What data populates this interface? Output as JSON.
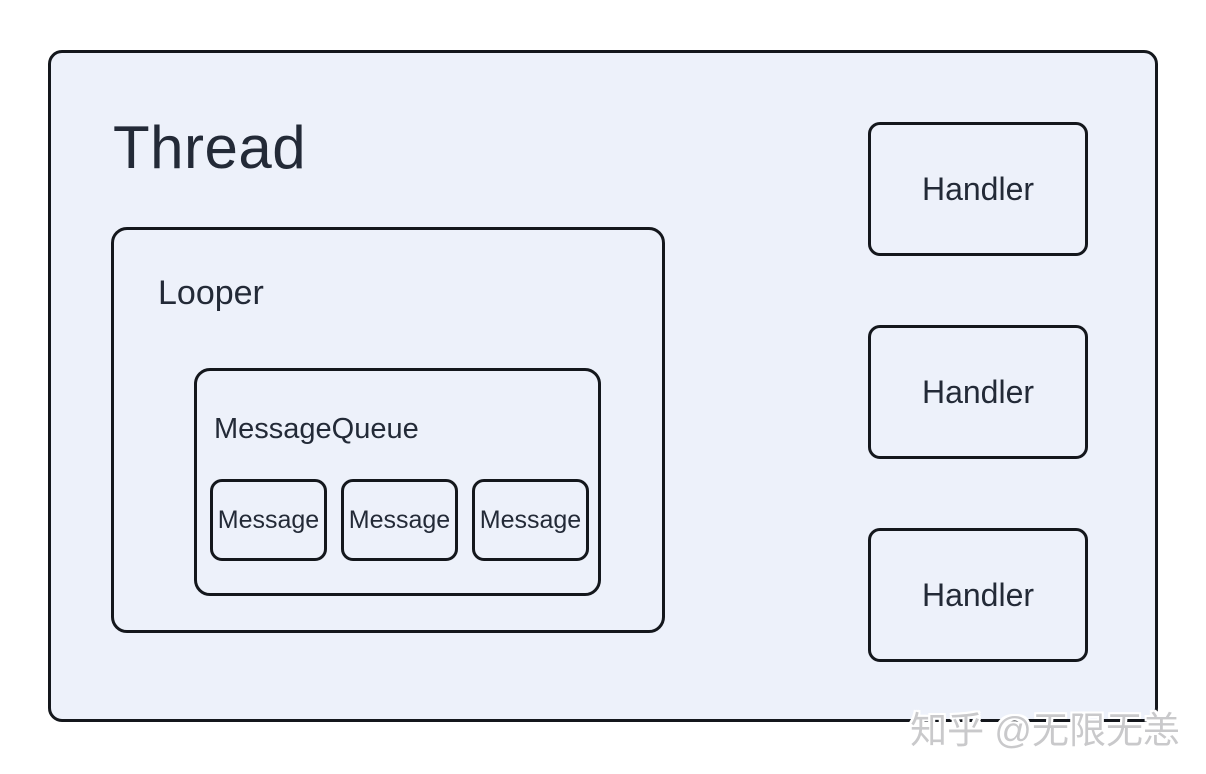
{
  "diagram": {
    "thread_label": "Thread",
    "looper_label": "Looper",
    "message_queue_label": "MessageQueue",
    "messages": [
      "Message",
      "Message",
      "Message"
    ],
    "handlers": [
      "Handler",
      "Handler",
      "Handler"
    ],
    "watermark": "知乎 @无限无恙",
    "colors": {
      "box_fill": "#edf1fa",
      "box_border": "#14171c",
      "text": "#232a37",
      "watermark": "#c9c9cb",
      "canvas": "#ffffff"
    }
  }
}
